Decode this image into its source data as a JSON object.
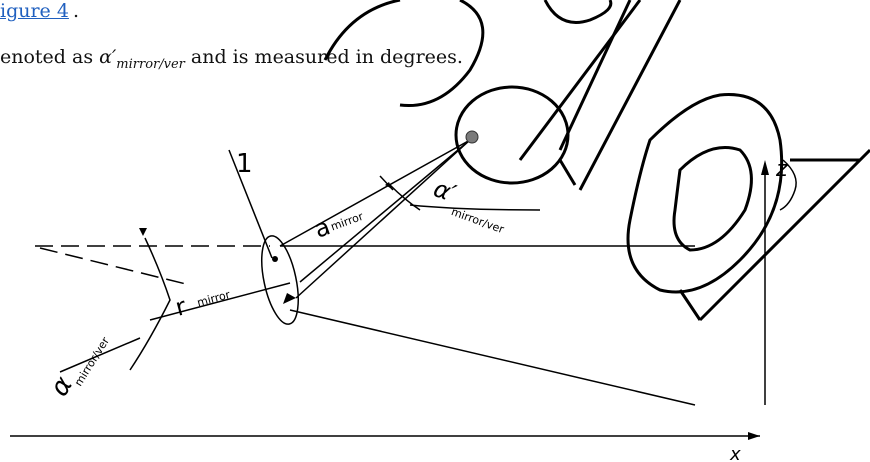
{
  "header": {
    "figure_link": "igure 4",
    "figure_link_suffix": ".",
    "caption_prefix": "enoted as ",
    "caption_symbol": "α′",
    "caption_subscript": "mirror/ver",
    "caption_suffix": " and is measured in degrees."
  },
  "diagram": {
    "label_1": "1",
    "a_main": "a",
    "a_sub": "mirror",
    "alpha_prime_main": "α′",
    "alpha_prime_sub": "mirror/ver",
    "r_main": "r",
    "r_sub": "mirror",
    "alpha_main": "α",
    "alpha_sub": "mirror/ver",
    "z_axis": "z",
    "x_axis": "x"
  }
}
